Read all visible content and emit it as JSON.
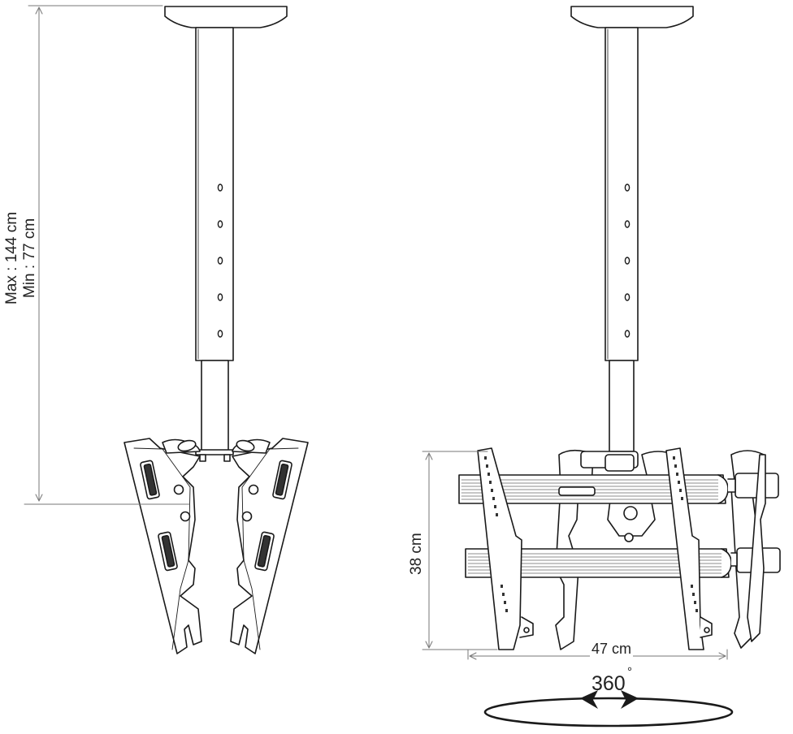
{
  "dimensions": {
    "height_range": {
      "max": "Max : 144 cm",
      "min": "Min : 77 cm"
    },
    "bracket_height": "38 cm",
    "bracket_width": "47 cm"
  },
  "rotation": {
    "label": "360",
    "unit_mark": "°"
  },
  "colors": {
    "stroke": "#1a1a1a",
    "dim_line": "#777777",
    "fill": "#ffffff",
    "slot": "#333333"
  }
}
